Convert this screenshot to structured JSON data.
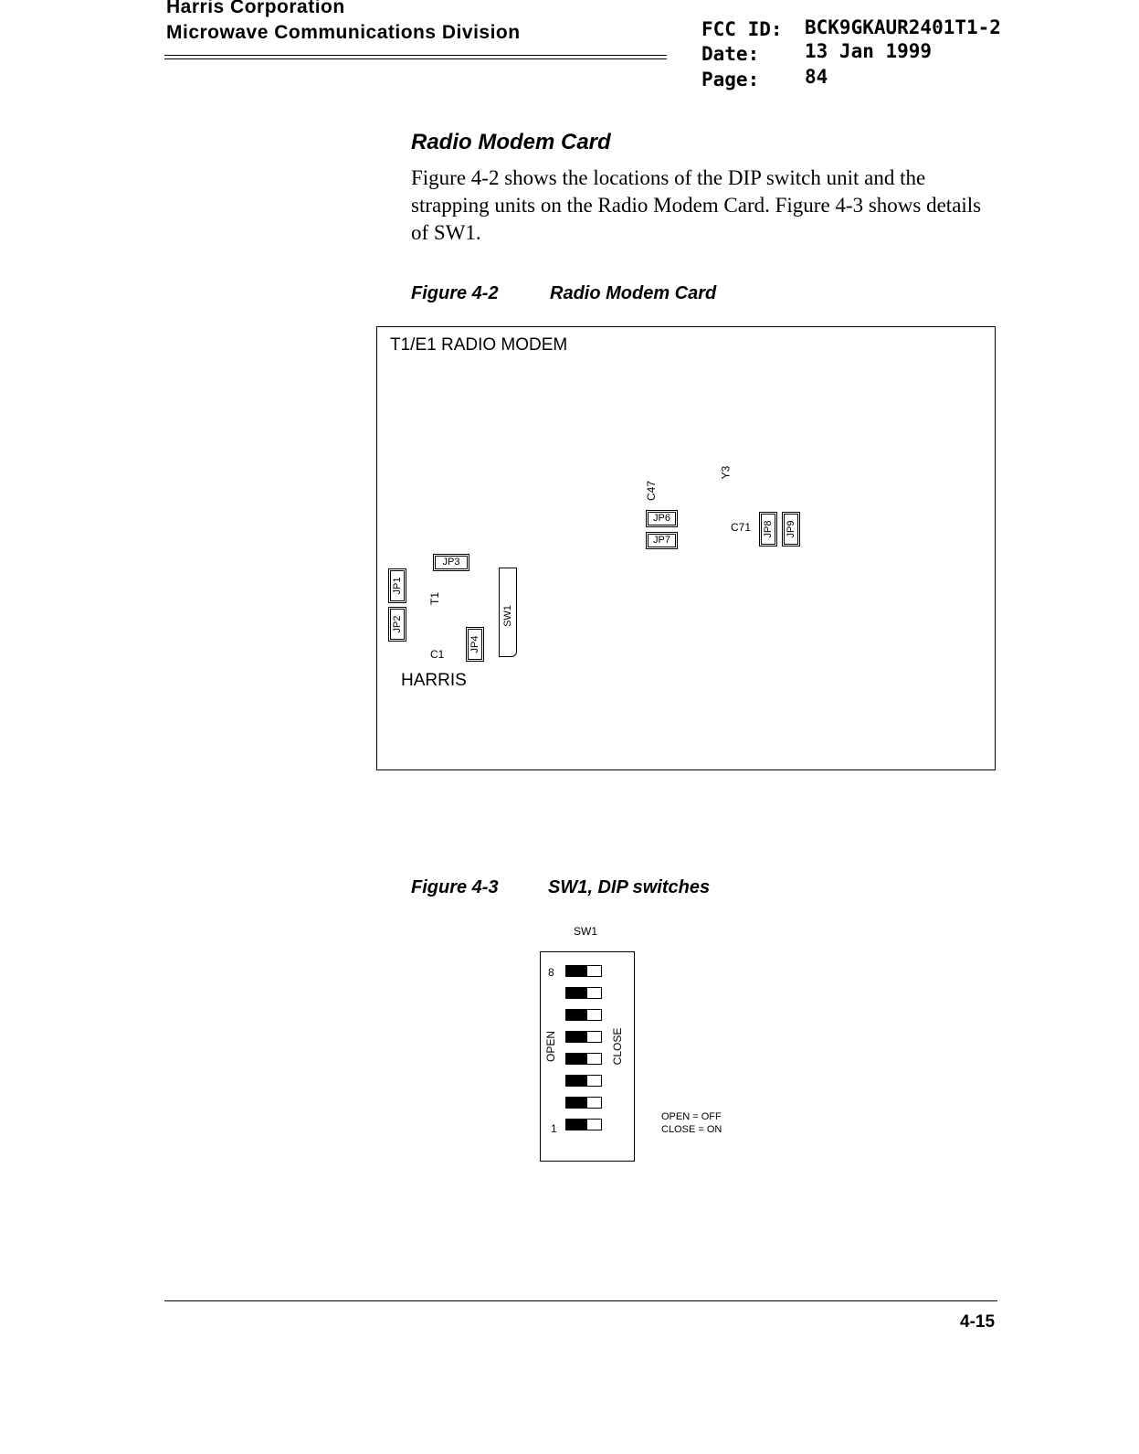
{
  "header": {
    "company": "Harris Corporation",
    "division": "Microwave Communications Division",
    "fcc_label": "FCC ID:",
    "fcc_value": "BCK9GKAUR2401T1-2",
    "date_label": "Date:",
    "date_value": "13 Jan 1999",
    "page_label": "Page:",
    "page_value": "84"
  },
  "section": {
    "title": "Radio Modem Card",
    "body": "Figure 4-2 shows the locations of the DIP switch unit and the strapping units on the Radio Modem Card. Figure 4-3 shows details of SW1."
  },
  "figure2": {
    "number": "Figure 4-2",
    "caption": "Radio Modem Card",
    "board_title": "T1/E1 RADIO MODEM",
    "maker": "HARRIS",
    "components": {
      "jp1": "JP1",
      "jp2": "JP2",
      "jp3": "JP3",
      "jp4": "JP4",
      "jp6": "JP6",
      "jp7": "JP7",
      "jp8": "JP8",
      "jp9": "JP9",
      "t1": "T1",
      "c1": "C1",
      "sw1": "SW1",
      "c47": "C47",
      "y3": "Y3",
      "c71": "C71"
    }
  },
  "figure3": {
    "number": "Figure 4-3",
    "caption": "SW1, DIP switches",
    "switch_name": "SW1",
    "top_number": "8",
    "bottom_number": "1",
    "open_label": "OPEN",
    "close_label": "CLOSE",
    "legend_open": "OPEN = OFF",
    "legend_close": "CLOSE = ON",
    "switch_count": 8,
    "switch_position": "open"
  },
  "footer": {
    "page_number": "4-15"
  }
}
